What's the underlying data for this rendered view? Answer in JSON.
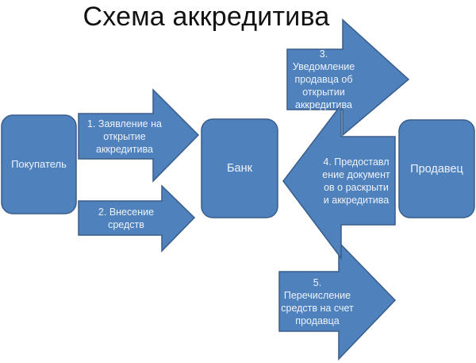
{
  "title": "Схема аккредитива",
  "colors": {
    "fill": "#4f81bd",
    "stroke": "#385d8a",
    "text": "#eef3fa"
  },
  "nodes": {
    "buyer": "Покупатель",
    "bank": "Банк",
    "seller": "Продавец"
  },
  "arrows": [
    {
      "label": "1. Заявление на открытие аккредитива",
      "direction": "right"
    },
    {
      "label": "2. Внесение средств",
      "direction": "right"
    },
    {
      "label": "3. Уведомление продавца об открытии аккредитива",
      "direction": "right"
    },
    {
      "label": "4. Предоставление документов о раскрытии аккредитива",
      "direction": "left"
    },
    {
      "label": "5. Перечисление средств на счет продавца",
      "direction": "right"
    }
  ]
}
